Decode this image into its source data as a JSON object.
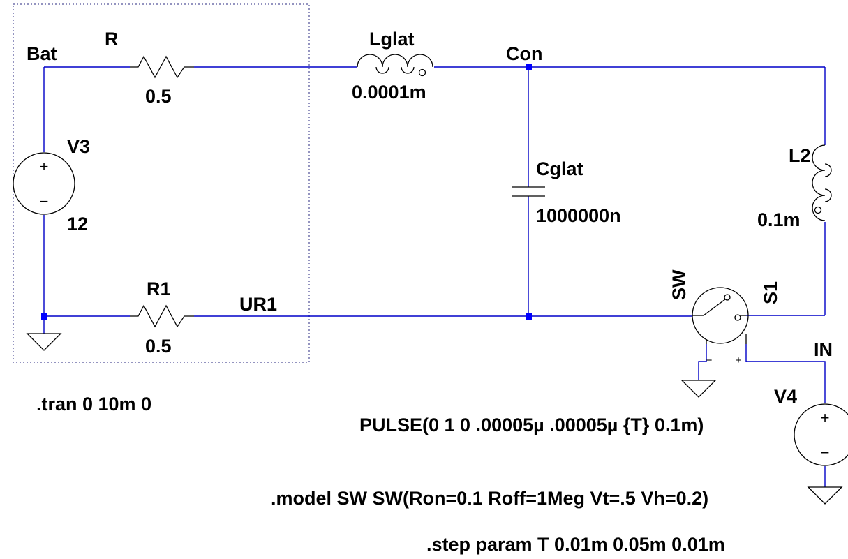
{
  "nets": {
    "bat": "Bat",
    "con": "Con",
    "ur1": "UR1",
    "in": "IN"
  },
  "components": {
    "r": {
      "name": "R",
      "value": "0.5"
    },
    "r1": {
      "name": "R1",
      "value": "0.5"
    },
    "lglat": {
      "name": "Lglat",
      "value": "0.0001m"
    },
    "cglat": {
      "name": "Cglat",
      "value": "1000000n"
    },
    "l2": {
      "name": "L2",
      "value": "0.1m"
    },
    "v3": {
      "name": "V3",
      "value": "12"
    },
    "v4": {
      "name": "V4",
      "value": "PULSE(0 1 0 .00005µ .00005µ {T} 0.1m)"
    },
    "s1": {
      "name": "S1",
      "model": "SW"
    }
  },
  "directives": {
    "tran": ".tran 0 10m 0",
    "model": ".model SW SW(Ron=0.1 Roff=1Meg Vt=.5 Vh=0.2)",
    "step": ".step param T 0.01m 0.05m 0.01m"
  },
  "symbols": {
    "plus": "+",
    "minus": "−",
    "switch_plus": "+",
    "switch_minus": "−"
  },
  "colors": {
    "wire": "#0000c8",
    "node": "#0000ff",
    "component": "#000000",
    "background": "#ffffff"
  }
}
